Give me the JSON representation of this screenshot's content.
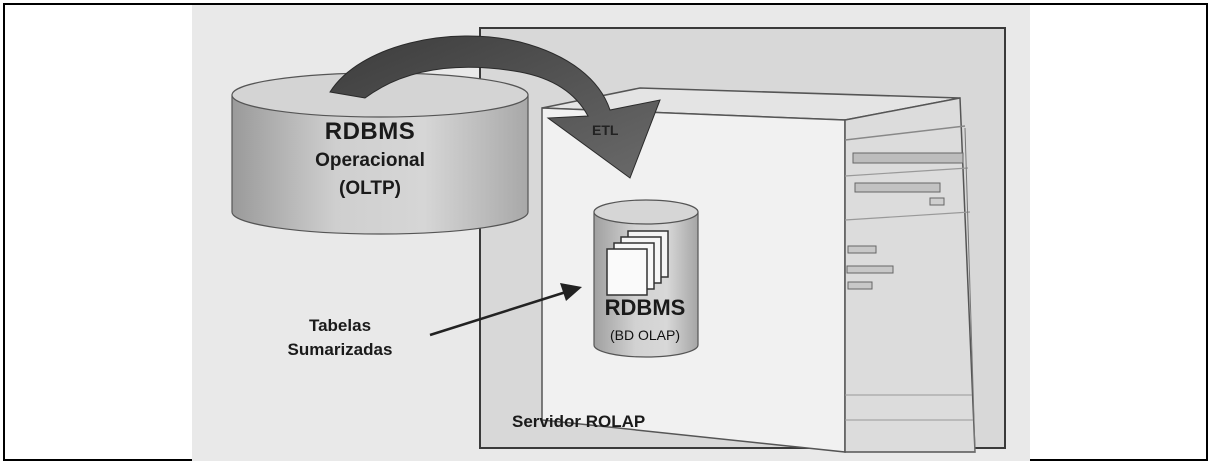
{
  "source_db": {
    "title": "RDBMS",
    "line2": "Operacional",
    "line3": "(OLTP)"
  },
  "arrow_label": "ETL",
  "olap_db": {
    "title": "RDBMS",
    "subtitle": "(BD OLAP)"
  },
  "callout": {
    "line1": "Tabelas",
    "line2": "Sumarizadas"
  },
  "server_label": "Servidor ROLAP"
}
